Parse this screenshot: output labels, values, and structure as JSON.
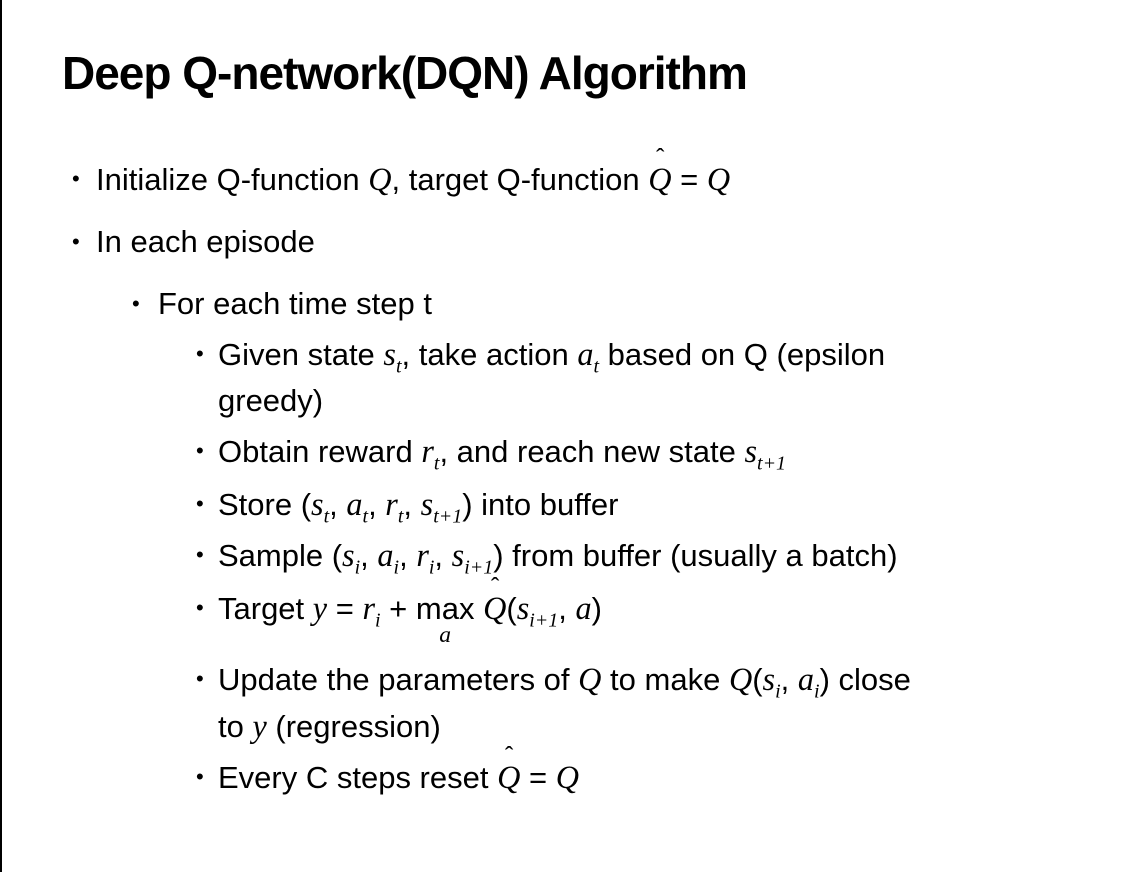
{
  "slide": {
    "title": "Deep Q-network(DQN) Algorithm",
    "bullet_glyph": "•",
    "bullets": [
      {
        "level": 1,
        "segments": [
          {
            "k": "t",
            "v": "Initialize Q-function "
          },
          {
            "k": "m",
            "v": "Q"
          },
          {
            "k": "t",
            "v": ", target Q-function "
          },
          {
            "k": "m",
            "v": "Q̂"
          },
          {
            "k": "t",
            "v": " = "
          },
          {
            "k": "m",
            "v": "Q"
          }
        ]
      },
      {
        "level": 1,
        "segments": [
          {
            "k": "t",
            "v": "In each episode"
          }
        ]
      },
      {
        "level": 2,
        "segments": [
          {
            "k": "t",
            "v": "For each time step t"
          }
        ]
      },
      {
        "level": 3,
        "segments": [
          {
            "k": "t",
            "v": "Given state "
          },
          {
            "k": "m",
            "v": "s",
            "sub": "t"
          },
          {
            "k": "t",
            "v": ", take action "
          },
          {
            "k": "m",
            "v": "a",
            "sub": "t"
          },
          {
            "k": "t",
            "v": " based on Q (epsilon"
          },
          {
            "k": "br"
          },
          {
            "k": "t",
            "v": "greedy)"
          }
        ]
      },
      {
        "level": 3,
        "segments": [
          {
            "k": "t",
            "v": "Obtain reward "
          },
          {
            "k": "m",
            "v": "r",
            "sub": "t"
          },
          {
            "k": "t",
            "v": ", and reach new state "
          },
          {
            "k": "m",
            "v": "s",
            "sub": "t+1"
          }
        ]
      },
      {
        "level": 3,
        "segments": [
          {
            "k": "t",
            "v": "Store ("
          },
          {
            "k": "m",
            "v": "s",
            "sub": "t"
          },
          {
            "k": "t",
            "v": ", "
          },
          {
            "k": "m",
            "v": "a",
            "sub": "t"
          },
          {
            "k": "t",
            "v": ", "
          },
          {
            "k": "m",
            "v": "r",
            "sub": "t"
          },
          {
            "k": "t",
            "v": ", "
          },
          {
            "k": "m",
            "v": "s",
            "sub": "t+1"
          },
          {
            "k": "t",
            "v": ") into buffer"
          }
        ]
      },
      {
        "level": 3,
        "segments": [
          {
            "k": "t",
            "v": "Sample ("
          },
          {
            "k": "m",
            "v": "s",
            "sub": "i"
          },
          {
            "k": "t",
            "v": ", "
          },
          {
            "k": "m",
            "v": "a",
            "sub": "i"
          },
          {
            "k": "t",
            "v": ", "
          },
          {
            "k": "m",
            "v": "r",
            "sub": "i"
          },
          {
            "k": "t",
            "v": ", "
          },
          {
            "k": "m",
            "v": "s",
            "sub": "i+1"
          },
          {
            "k": "t",
            "v": ") from buffer (usually a batch)"
          }
        ]
      },
      {
        "level": 3,
        "segments": [
          {
            "k": "t",
            "v": "Target "
          },
          {
            "k": "m",
            "v": "y"
          },
          {
            "k": "t",
            "v": " = "
          },
          {
            "k": "m",
            "v": "r",
            "sub": "i"
          },
          {
            "k": "t",
            "v": " + "
          },
          {
            "k": "under",
            "v": "max",
            "u": "a"
          },
          {
            "k": "t",
            "v": " "
          },
          {
            "k": "m",
            "v": "Q̂"
          },
          {
            "k": "t",
            "v": "("
          },
          {
            "k": "m",
            "v": "s",
            "sub": "i+1"
          },
          {
            "k": "t",
            "v": ", "
          },
          {
            "k": "m",
            "v": "a"
          },
          {
            "k": "t",
            "v": ")"
          }
        ]
      },
      {
        "level": 3,
        "segments": [
          {
            "k": "t",
            "v": "Update the parameters of "
          },
          {
            "k": "m",
            "v": "Q"
          },
          {
            "k": "t",
            "v": " to make "
          },
          {
            "k": "m",
            "v": "Q"
          },
          {
            "k": "t",
            "v": "("
          },
          {
            "k": "m",
            "v": "s",
            "sub": "i"
          },
          {
            "k": "t",
            "v": ", "
          },
          {
            "k": "m",
            "v": "a",
            "sub": "i"
          },
          {
            "k": "t",
            "v": ") close"
          },
          {
            "k": "br"
          },
          {
            "k": "t",
            "v": "to "
          },
          {
            "k": "m",
            "v": "y"
          },
          {
            "k": "t",
            "v": " (regression)"
          }
        ]
      },
      {
        "level": 3,
        "segments": [
          {
            "k": "t",
            "v": "Every C steps reset "
          },
          {
            "k": "m",
            "v": "Q̂"
          },
          {
            "k": "t",
            "v": " = "
          },
          {
            "k": "m",
            "v": "Q"
          }
        ]
      }
    ]
  },
  "colors": {
    "background": "#ffffff",
    "text": "#000000",
    "left_border": "#000000"
  }
}
